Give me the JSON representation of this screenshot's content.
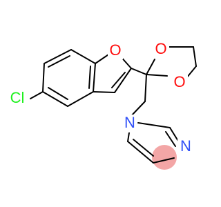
{
  "colors": {
    "bond": "#000000",
    "oxygen": "#ff0d0d",
    "nitrogen": "#3050f8",
    "chlorine": "#1ff01f",
    "highlight": "#f3a6a6"
  },
  "atoms": {
    "o_furan": "O",
    "o_dioxolane_top": "O",
    "o_dioxolane_bottom": "O",
    "n_imidazole_1": "N",
    "n_imidazole_3": "N",
    "cl": "Cl"
  }
}
